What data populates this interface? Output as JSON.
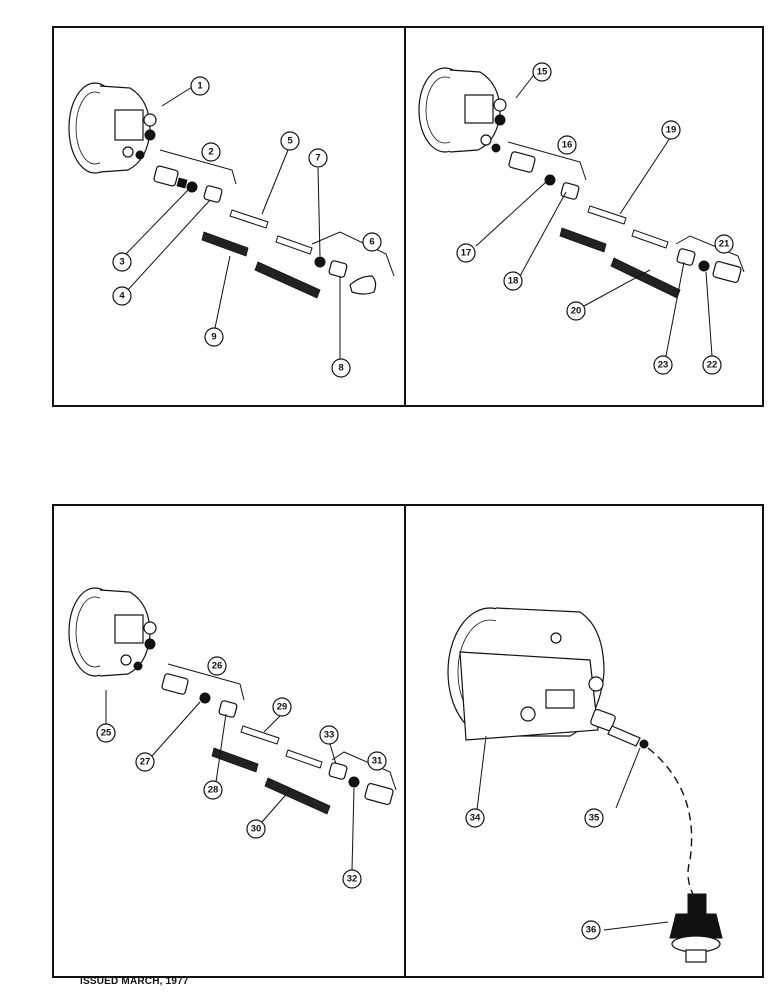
{
  "footer": {
    "issued": "ISSUED MARCH, 1977"
  },
  "panels": [
    {
      "id": "top-left",
      "callouts": [
        "1",
        "2",
        "3",
        "4",
        "5",
        "6",
        "7",
        "8",
        "9"
      ]
    },
    {
      "id": "top-right",
      "callouts": [
        "15",
        "16",
        "17",
        "18",
        "19",
        "20",
        "21",
        "22",
        "23"
      ]
    },
    {
      "id": "bottom-left",
      "callouts": [
        "25",
        "26",
        "27",
        "28",
        "29",
        "30",
        "31",
        "32",
        "33"
      ]
    },
    {
      "id": "bottom-right",
      "callouts": [
        "34",
        "35",
        "36"
      ]
    }
  ]
}
